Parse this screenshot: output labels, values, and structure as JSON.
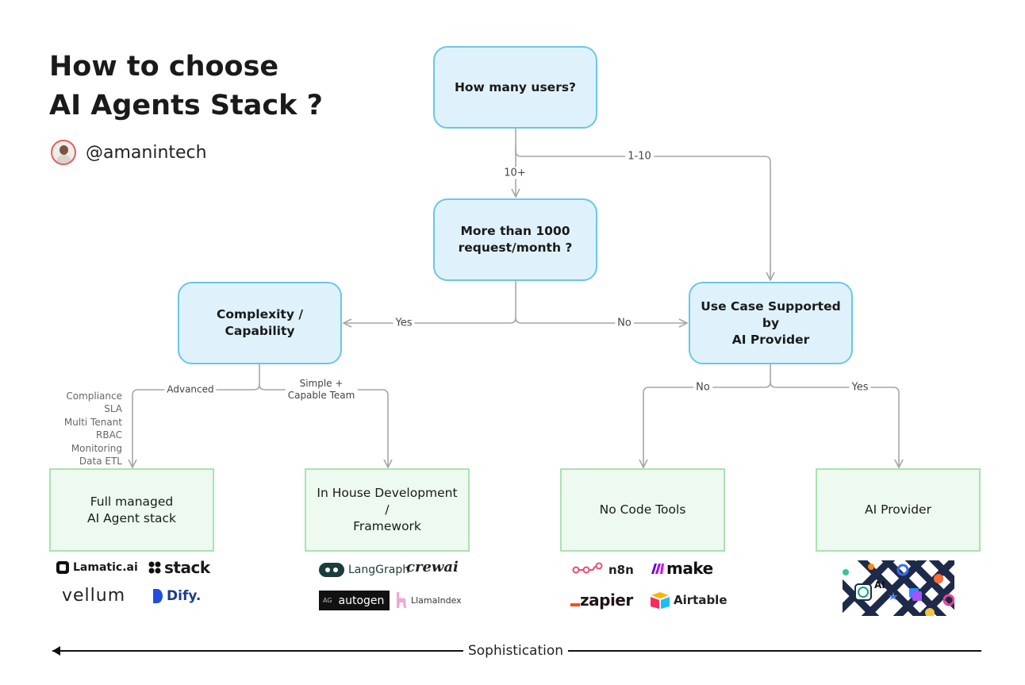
{
  "header": {
    "title_line1": "How to choose",
    "title_line2": "AI Agents Stack ?",
    "handle": "@amanintech"
  },
  "nodes": {
    "users": "How many users?",
    "requests_line1": "More than 1000",
    "requests_line2": "request/month ?",
    "complexity_line1": "Complexity /",
    "complexity_line2": "Capability",
    "usecase_line1": "Use Case Supported by",
    "usecase_line2": "AI Provider"
  },
  "edges": {
    "ten_plus": "10+",
    "one_to_ten": "1-10",
    "yes_left": "Yes",
    "no_right": "No",
    "advanced": "Advanced",
    "simple_line1": "Simple +",
    "simple_line2": "Capable Team",
    "no_lower": "No",
    "yes_lower": "Yes"
  },
  "requirements": [
    "Compliance",
    "SLA",
    "Multi Tenant",
    "RBAC",
    "Monitoring",
    "Data ETL"
  ],
  "leaves": {
    "managed_line1": "Full managed",
    "managed_line2": "AI Agent stack",
    "inhouse_line1": "In House Development /",
    "inhouse_line2": "Framework",
    "nocode": "No Code Tools",
    "provider": "AI Provider"
  },
  "logos": {
    "lamatic": "Lamatic.ai",
    "stack": "stack",
    "vellum": "vellum",
    "dify": "Dify.",
    "langgraph": "LangGraph",
    "crewai": "crewai",
    "autogen_badge": "AG",
    "autogen": "autogen",
    "llamaindex": "LlamaIndex",
    "n8n": "n8n",
    "make": "make",
    "zapier": "zapier",
    "airtable": "Airtable",
    "ai_tile": "AI"
  },
  "footer": {
    "axis_label": "Sophistication"
  },
  "colors": {
    "decision_fill": "#dff2fb",
    "decision_border": "#6ac6e8",
    "leaf_fill": "#eefaef",
    "leaf_border": "#a7e3b0",
    "connector": "#a6a6a6"
  }
}
